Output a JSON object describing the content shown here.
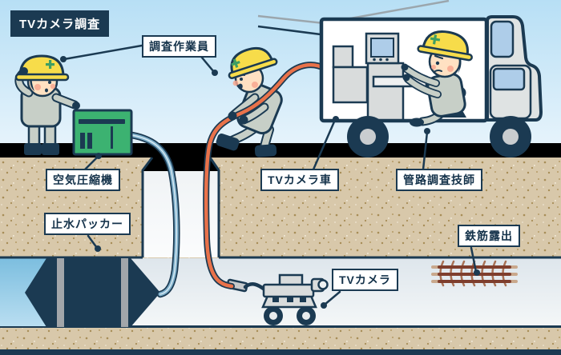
{
  "title": "TVカメラ調査",
  "labels": {
    "survey_workers": "調査作業員",
    "air_compressor": "空気圧縮機",
    "water_stop_packer": "止水パッカー",
    "tv_camera_van": "TVカメラ車",
    "pipeline_survey_engineer": "管路調査技師",
    "tv_camera": "TVカメラ",
    "exposed_rebar": "鉄筋露出"
  },
  "colors": {
    "outline_navy": "#1b3a52",
    "helmet_yellow": "#f7dc4a",
    "helmet_cross_green": "#3f9e63",
    "compressor_green": "#3cb271",
    "cable_orange": "#e9724a",
    "hose_blue": "#7fb0cb",
    "water_blue": "#7cbedf",
    "soil_beige": "#d8c8aa",
    "sky_blue": "#b7dff5",
    "rebar_brown": "#7f3e2d"
  }
}
